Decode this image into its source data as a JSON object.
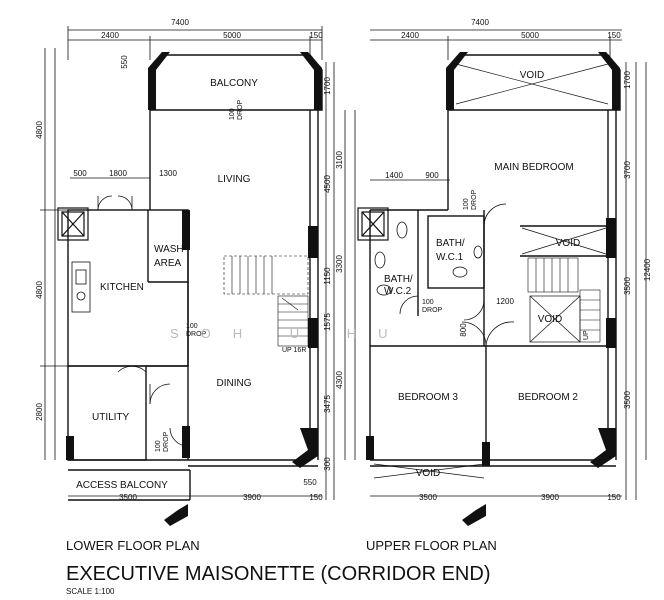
{
  "dimensions": {
    "top_total": "7400",
    "top_left": "2400",
    "top_mid": "5000",
    "top_right": "150",
    "lower_left_4800a": "4800",
    "lower_left_4800b": "4800",
    "lower_left_2800": "2800",
    "lower_550": "550",
    "lower_500": "500",
    "lower_1800": "1800",
    "lower_1300": "1300",
    "right_1700": "1700",
    "right_4500": "4500",
    "right_1150": "1150",
    "right_1575": "1575",
    "right_3475": "3475",
    "right_300": "300",
    "bottom_3500": "3500",
    "bottom_3900": "3900",
    "bottom_150": "150",
    "bottom_550": "550",
    "upper_3100": "3100",
    "upper_3300": "3300",
    "upper_4300": "4300",
    "upper_1400": "1400",
    "upper_900": "900",
    "upper_1200": "1200",
    "upper_800": "800",
    "upper_right_1700": "1700",
    "upper_right_3700": "3700",
    "upper_right_3500a": "3500",
    "upper_right_3500b": "3500",
    "upper_right_12400": "12400"
  },
  "rooms": {
    "balcony": "BALCONY",
    "living": "LIVING",
    "wash_area": "WASH\nAREA",
    "kitchen": "KITCHEN",
    "dining": "DINING",
    "utility": "UTILITY",
    "access_balcony": "ACCESS BALCONY",
    "up_16r": "UP 16R",
    "void_top": "VOID",
    "main_bedroom": "MAIN BEDROOM",
    "bath_wc1": "BATH/\nW.C.1",
    "bath_wc2": "BATH/\nW.C.2",
    "void_mid": "VOID",
    "void_stair": "VOID",
    "bedroom3": "BEDROOM 3",
    "bedroom2": "BEDROOM 2",
    "void_bottom": "VOID",
    "up": "UP"
  },
  "drops": {
    "drop100": "100\nDROP"
  },
  "labels": {
    "lower_floor_plan": "LOWER FLOOR PLAN",
    "upper_floor_plan": "UPPER FLOOR PLAN",
    "main_title": "EXECUTIVE MAISONETTE (CORRIDOR END)",
    "scale": "SCALE 1:100",
    "watermark": "SOH U HU"
  }
}
